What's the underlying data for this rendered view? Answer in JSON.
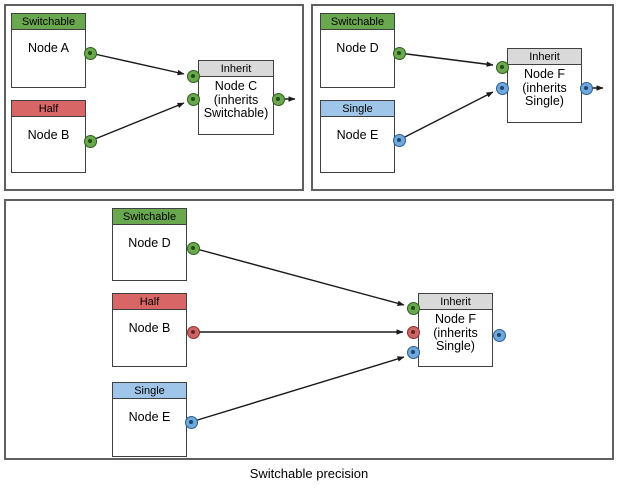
{
  "figure": {
    "caption": "Switchable precision"
  },
  "colors": {
    "switchable": "#6aa84f",
    "half": "#d96666",
    "half-port": "#cc6666",
    "single": "#9fc5e8",
    "single-port": "#6fa8dc",
    "inherit": "#d9d9d9",
    "edge": "#1a1a1a"
  },
  "panels": [
    {
      "nodes": [
        {
          "header": "Switchable",
          "label": "Node A",
          "output_port": "switchable"
        },
        {
          "header": "Half",
          "label": "Node B",
          "output_port": "switchable"
        },
        {
          "header": "Inherit",
          "label_line1": "Node C",
          "label_line2": "(inherits",
          "label_line3": "Switchable)",
          "input_ports": [
            "switchable",
            "switchable"
          ],
          "output_port": "switchable"
        }
      ],
      "connections": [
        "Node A → Node C",
        "Node B → Node C",
        "Node C → out"
      ]
    },
    {
      "nodes": [
        {
          "header": "Switchable",
          "label": "Node D",
          "output_port": "switchable"
        },
        {
          "header": "Single",
          "label": "Node E",
          "output_port": "single"
        },
        {
          "header": "Inherit",
          "label_line1": "Node F",
          "label_line2": "(inherits",
          "label_line3": "Single)",
          "input_ports": [
            "switchable",
            "single"
          ],
          "output_port": "single"
        }
      ],
      "connections": [
        "Node D → Node F",
        "Node E → Node F",
        "Node F → out"
      ]
    },
    {
      "nodes": [
        {
          "header": "Switchable",
          "label": "Node D",
          "output_port": "switchable"
        },
        {
          "header": "Half",
          "label": "Node B",
          "output_port": "half"
        },
        {
          "header": "Single",
          "label": "Node E",
          "output_port": "single"
        },
        {
          "header": "Inherit",
          "label_line1": "Node F",
          "label_line2": "(inherits",
          "label_line3": "Single)",
          "input_ports": [
            "switchable",
            "half",
            "single"
          ],
          "output_port": "single"
        }
      ],
      "connections": [
        "Node D → Node F",
        "Node B → Node F",
        "Node E → Node F"
      ]
    }
  ]
}
